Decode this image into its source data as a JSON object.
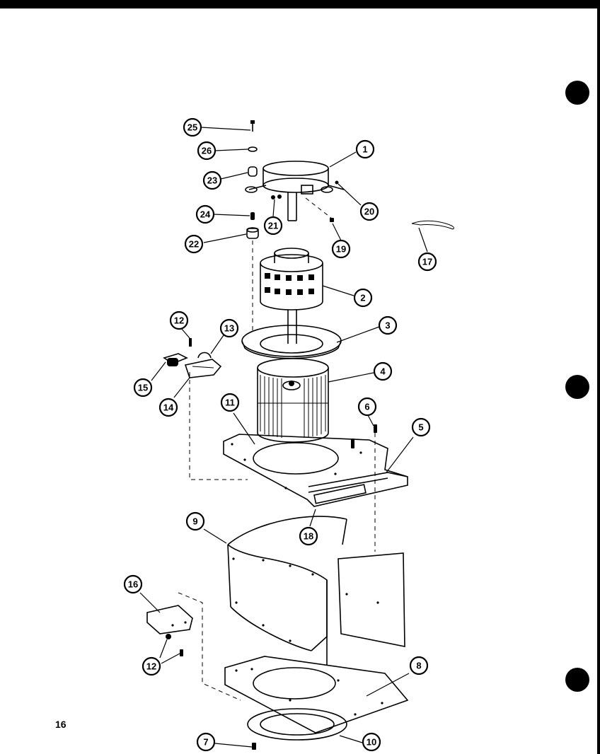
{
  "page_number": "16",
  "callouts": [
    {
      "id": "c25",
      "label": "25"
    },
    {
      "id": "c26",
      "label": "26"
    },
    {
      "id": "c23",
      "label": "23"
    },
    {
      "id": "c24",
      "label": "24"
    },
    {
      "id": "c22",
      "label": "22"
    },
    {
      "id": "c21",
      "label": "21"
    },
    {
      "id": "c1",
      "label": "1"
    },
    {
      "id": "c20",
      "label": "20"
    },
    {
      "id": "c19",
      "label": "19"
    },
    {
      "id": "c17",
      "label": "17"
    },
    {
      "id": "c2",
      "label": "2"
    },
    {
      "id": "c3",
      "label": "3"
    },
    {
      "id": "c12a",
      "label": "12"
    },
    {
      "id": "c13",
      "label": "13"
    },
    {
      "id": "c15",
      "label": "15"
    },
    {
      "id": "c14",
      "label": "14"
    },
    {
      "id": "c4",
      "label": "4"
    },
    {
      "id": "c11",
      "label": "11"
    },
    {
      "id": "c6",
      "label": "6"
    },
    {
      "id": "c5",
      "label": "5"
    },
    {
      "id": "c9",
      "label": "9"
    },
    {
      "id": "c18",
      "label": "18"
    },
    {
      "id": "c16",
      "label": "16"
    },
    {
      "id": "c12b",
      "label": "12"
    },
    {
      "id": "c8",
      "label": "8"
    },
    {
      "id": "c7",
      "label": "7"
    },
    {
      "id": "c10",
      "label": "10"
    }
  ]
}
